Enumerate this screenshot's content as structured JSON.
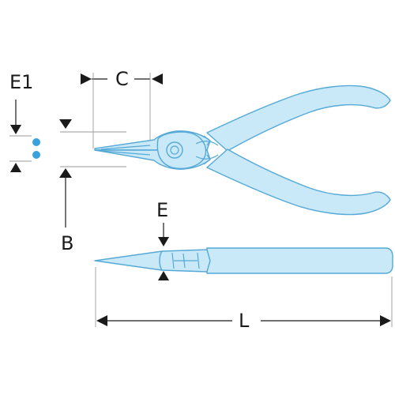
{
  "diagram": {
    "labels": {
      "e1": "E1",
      "c": "C",
      "b": "B",
      "e": "E",
      "l": "L"
    },
    "colors": {
      "tool_fill": "#c9e9f8",
      "tool_outline": "#55a9d6",
      "marker_dots": "#3aa1dc",
      "dimension_lines": "#1a1a1a"
    }
  }
}
